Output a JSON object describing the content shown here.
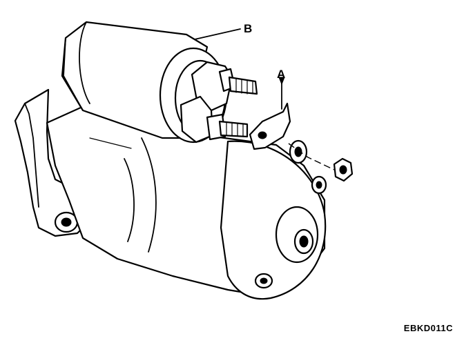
{
  "callouts": {
    "a": "A",
    "b": "B"
  },
  "figure_code": "EBKD011C"
}
